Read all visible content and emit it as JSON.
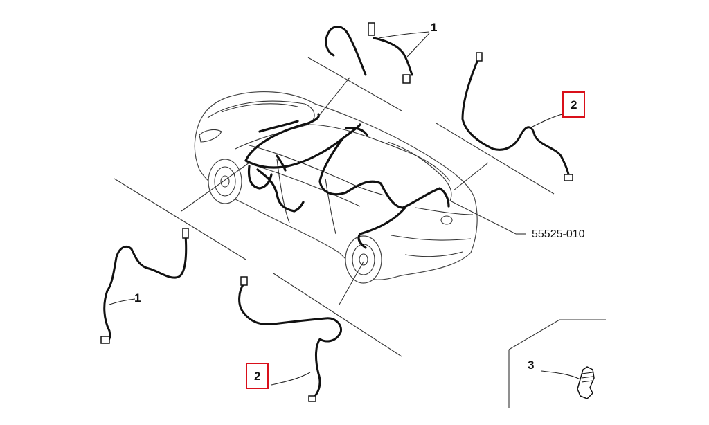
{
  "callouts": {
    "top_sensor": "1",
    "right_sensor": "2",
    "left_sensor": "1",
    "bottom_sensor": "2",
    "bolt": "3"
  },
  "part_number": "55525-010",
  "colors": {
    "highlight_box": "#d9101a",
    "line": "#111111",
    "background": "#ffffff"
  },
  "icons": {
    "car": "car-outline-icon",
    "sensor": "wheel-speed-sensor-icon",
    "bolt": "bolt-icon"
  }
}
